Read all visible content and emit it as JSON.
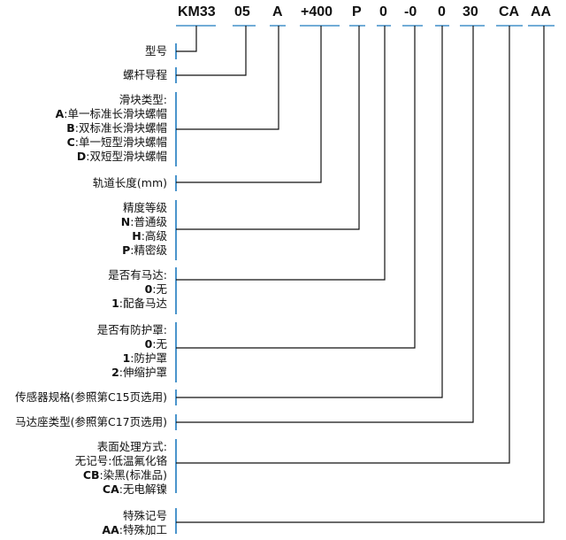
{
  "model_code": {
    "segments": [
      "KM33",
      "05",
      "A",
      "+400",
      "P",
      "0",
      "-0",
      "0",
      "30",
      "CA",
      "AA"
    ]
  },
  "fields": {
    "model": {
      "title": "型号"
    },
    "screw_lead": {
      "title": "螺杆导程"
    },
    "slider_type": {
      "title": "滑块类型:",
      "options": [
        {
          "code": "A",
          "sep": ":",
          "text": "单一标准长滑块螺帽"
        },
        {
          "code": "B",
          "sep": ":",
          "text": "双标准长滑块螺帽"
        },
        {
          "code": "C",
          "sep": ":",
          "text": "单一短型滑块螺帽"
        },
        {
          "code": "D",
          "sep": ":",
          "text": "双短型滑块螺帽"
        }
      ]
    },
    "rail_length": {
      "title": "轨道长度(mm)"
    },
    "precision": {
      "title": "精度等级",
      "options": [
        {
          "code": "N",
          "sep": ":",
          "text": "普通级"
        },
        {
          "code": "H",
          "sep": ":",
          "text": "高级"
        },
        {
          "code": "P",
          "sep": ":",
          "text": "精密级"
        }
      ]
    },
    "motor": {
      "title": "是否有马达:",
      "options": [
        {
          "code": "0",
          "sep": ":",
          "text": "无"
        },
        {
          "code": "1",
          "sep": ":",
          "text": "配备马达"
        }
      ]
    },
    "cover": {
      "title": "是否有防护罩:",
      "options": [
        {
          "code": "0",
          "sep": ":",
          "text": "无"
        },
        {
          "code": "1",
          "sep": ":",
          "text": "防护罩"
        },
        {
          "code": "2",
          "sep": ":",
          "text": "伸缩护罩"
        }
      ]
    },
    "sensor": {
      "title": "传感器规格(参照第C15页选用)"
    },
    "motor_seat": {
      "title": "马达座类型(参照第C17页选用)"
    },
    "surface": {
      "title": "表面处理方式:",
      "options": [
        {
          "code": "无记号",
          "sep": ":",
          "text": "低温氟化铬"
        },
        {
          "code": "CB",
          "sep": ":",
          "text": "染黑(标准品)"
        },
        {
          "code": "CA",
          "sep": ":",
          "text": "无电解镍"
        }
      ]
    },
    "special": {
      "title": "特殊记号",
      "options": [
        {
          "code": "AA",
          "sep": ":",
          "text": "特殊加工"
        }
      ]
    }
  },
  "colors": {
    "leader_line": "#1e7bbf",
    "bracket_bar": "#1e7bbf",
    "text": "#111111"
  }
}
